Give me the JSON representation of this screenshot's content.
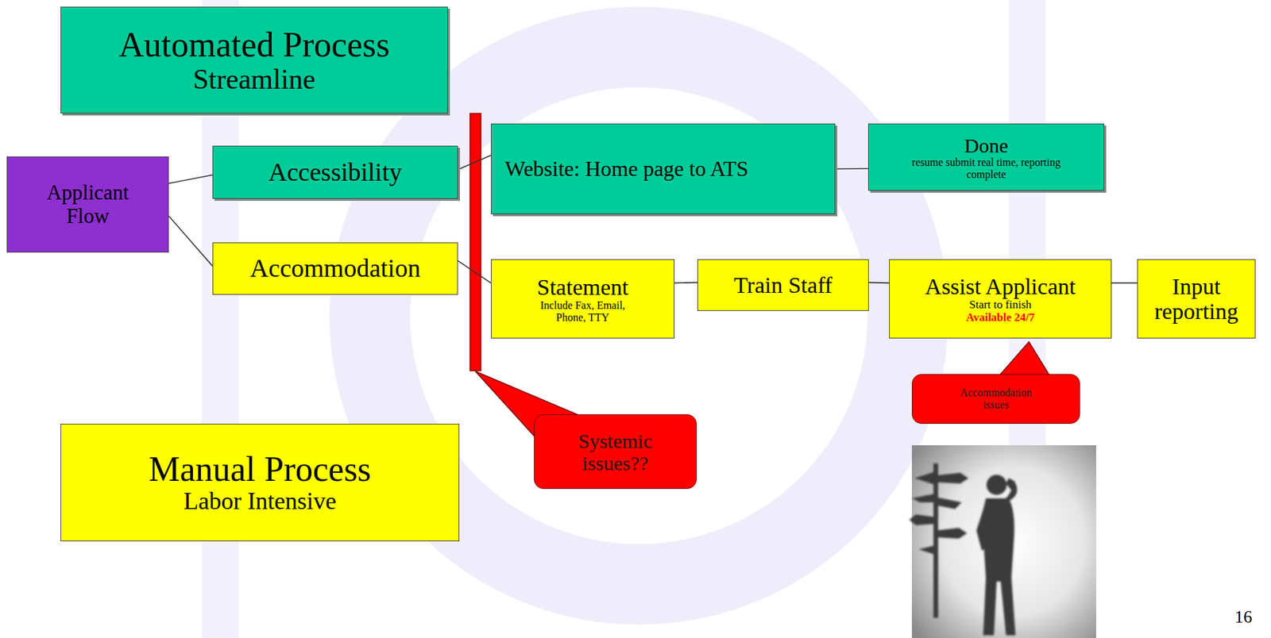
{
  "diagram": {
    "nodes": [
      {
        "text": [
          "Automated Process",
          "Streamline"
        ]
      },
      {
        "text": [
          "Applicant Flow"
        ]
      },
      {
        "text": [
          "Accessibility"
        ]
      },
      {
        "text": [
          "Website: Home page to ATS"
        ]
      },
      {
        "text": [
          "Done",
          "resume submit real time, reporting complete"
        ]
      },
      {
        "text": [
          "Accommodation"
        ]
      },
      {
        "text": [
          "Statement",
          "Include Fax, Email, Phone, TTY"
        ]
      },
      {
        "text": [
          "Train Staff"
        ]
      },
      {
        "text": [
          "Assist Applicant",
          "Start to finish",
          "Available 24/7"
        ]
      },
      {
        "text": [
          "Input reporting"
        ]
      },
      {
        "text": [
          "Accommodation issues"
        ]
      },
      {
        "text": [
          "Systemic issues??"
        ]
      },
      {
        "text": [
          "Manual Process",
          "Labor Intensive"
        ]
      }
    ],
    "edges": [
      {
        "from": 1,
        "to": 2,
        "arrow": "none"
      },
      {
        "from": 1,
        "to": 5,
        "arrow": "none"
      },
      {
        "from": 2,
        "to": 3,
        "arrow": "none"
      },
      {
        "from": 3,
        "to": 4,
        "arrow": "none"
      },
      {
        "from": 5,
        "to": 6,
        "arrow": "none"
      },
      {
        "from": 6,
        "to": 7,
        "arrow": "none"
      },
      {
        "from": 7,
        "to": 8,
        "arrow": "none"
      },
      {
        "from": 8,
        "to": 9,
        "arrow": "none"
      }
    ],
    "labels": [
      "16"
    ]
  }
}
